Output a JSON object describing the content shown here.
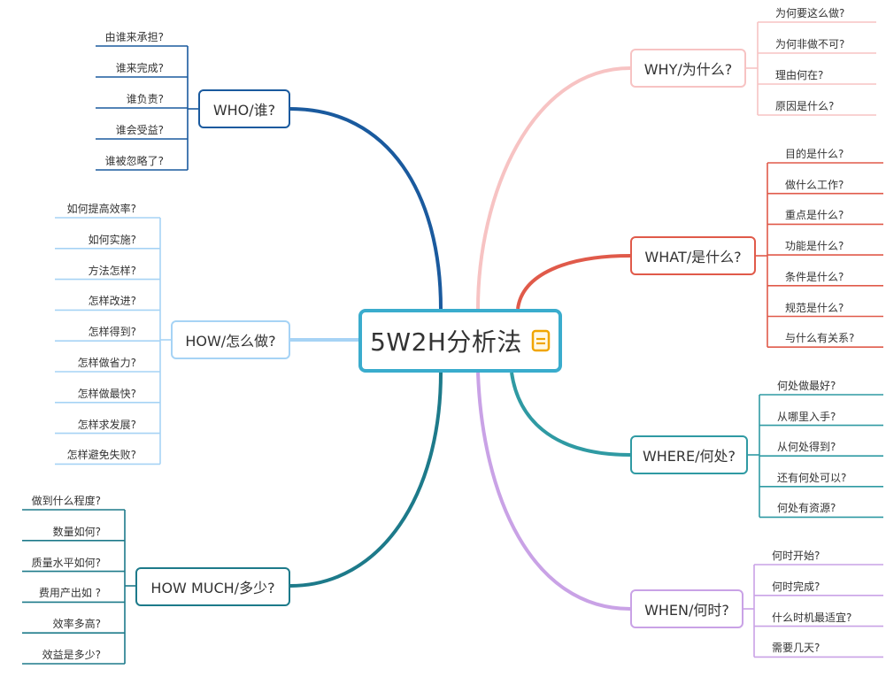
{
  "center": {
    "title": "5W2H分析法",
    "icon": "document-note-icon",
    "icon_color": "#f0a500"
  },
  "branches": {
    "who": {
      "label": "WHO/谁?",
      "color": "#1a5a9e",
      "leaves": [
        "由谁来承担?",
        "谁来完成?",
        "谁负责?",
        "谁会受益?",
        "谁被忽略了?"
      ]
    },
    "how": {
      "label": "HOW/怎么做?",
      "color": "#a6d3f5",
      "leaves": [
        "如何提高效率?",
        "如何实施?",
        "方法怎样?",
        "怎样改进?",
        "怎样得到?",
        "怎样做省力?",
        "怎样做最快?",
        "怎样求发展?",
        "怎样避免失败?"
      ]
    },
    "howmuch": {
      "label": "HOW MUCH/多少?",
      "color": "#1d7a8a",
      "leaves": [
        "做到什么程度?",
        "数量如何?",
        "质量水平如何?",
        "费用产出如 ?",
        "效率多高?",
        "效益是多少?"
      ]
    },
    "why": {
      "label": "WHY/为什么?",
      "color": "#f7c3c3",
      "leaves": [
        "为何要这么做?",
        "为何非做不可?",
        "理由何在?",
        "原因是什么?"
      ]
    },
    "what": {
      "label": "WHAT/是什么?",
      "color": "#e05a4a",
      "leaves": [
        "目的是什么?",
        "做什么工作?",
        "重点是什么?",
        "功能是什么?",
        "条件是什么?",
        "规范是什么?",
        "与什么有关系?"
      ]
    },
    "where": {
      "label": "WHERE/何处?",
      "color": "#2f9aa3",
      "leaves": [
        "何处做最好?",
        "从哪里入手?",
        "从何处得到?",
        "还有何处可以?",
        "何处有资源?"
      ]
    },
    "when": {
      "label": "WHEN/何时?",
      "color": "#c9a2e6",
      "leaves": [
        "何时开始?",
        "何时完成?",
        "什么时机最适宜?",
        "需要几天?"
      ]
    }
  }
}
